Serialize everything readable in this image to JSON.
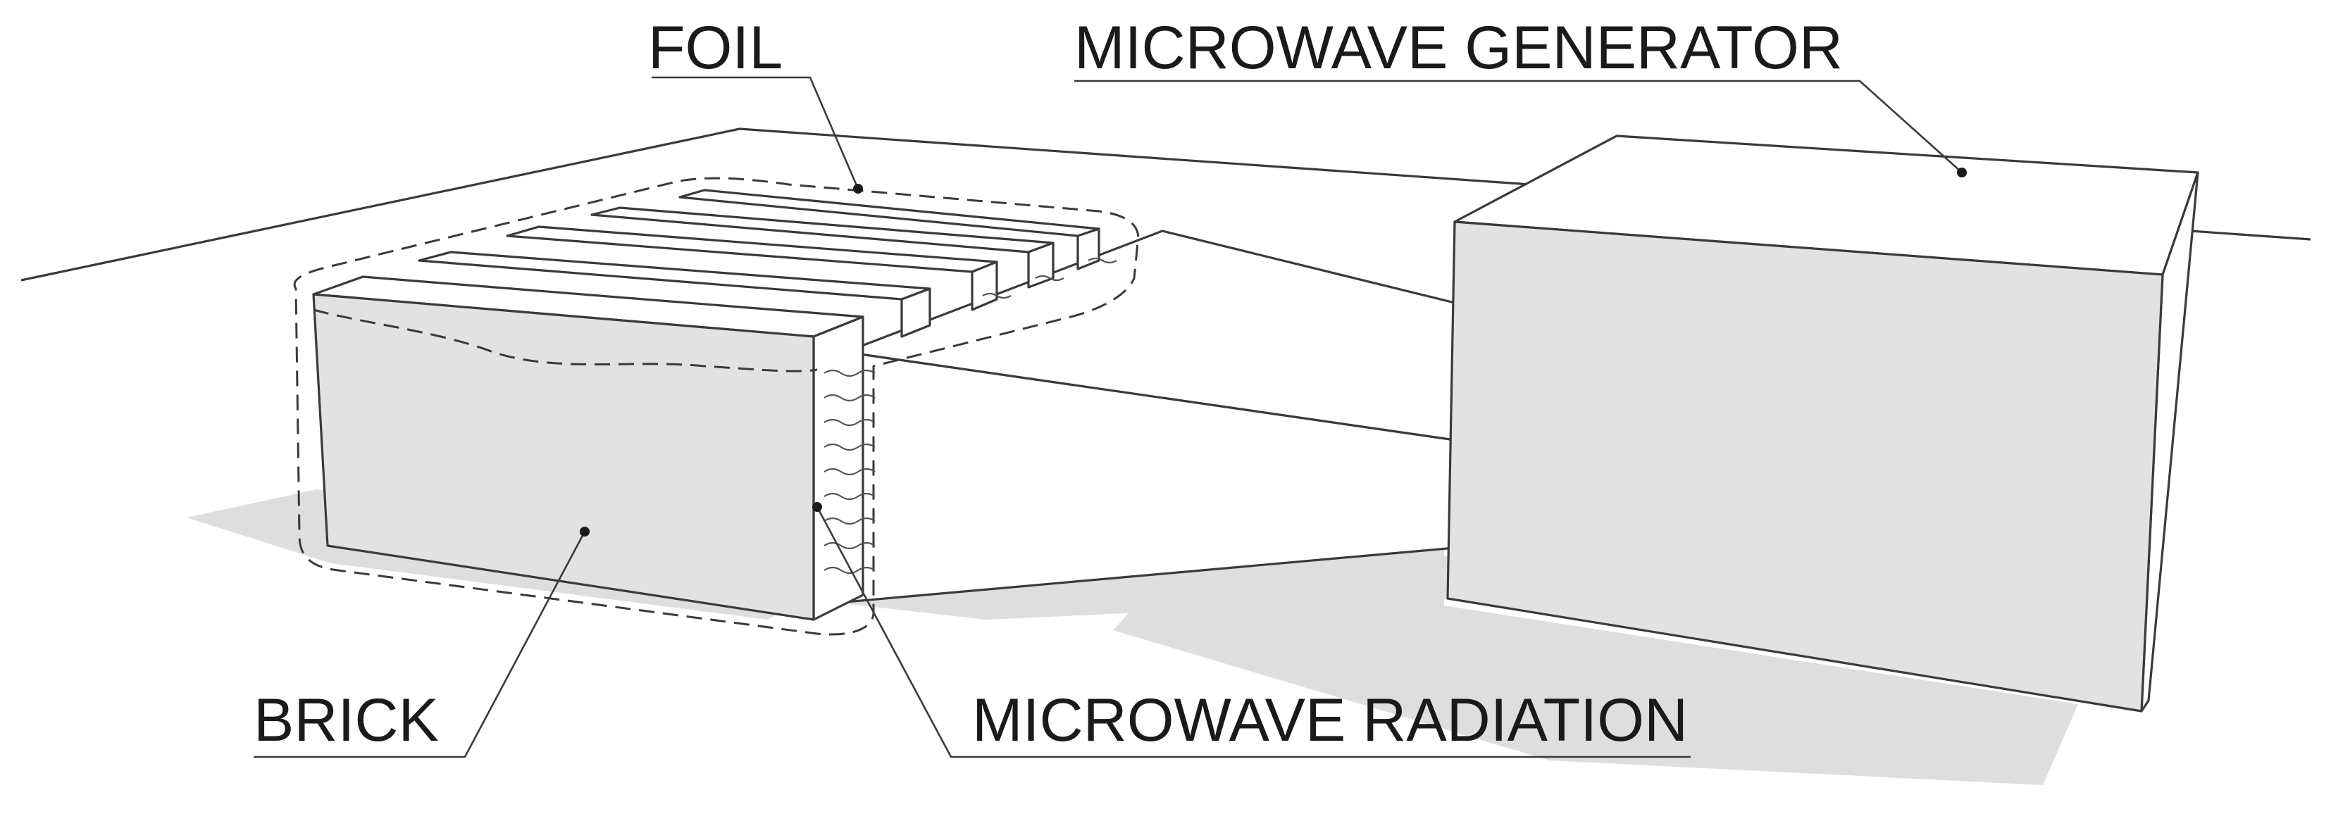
{
  "labels": {
    "foil": "FOIL",
    "generator": "MICROWAVE GENERATOR",
    "brick": "BRICK",
    "radiation": "MICROWAVE RADIATION"
  },
  "colors": {
    "line": "#3a3a3a",
    "shadow": "#dedede",
    "face_grey": "#e2e2e2",
    "background": "#ffffff"
  }
}
